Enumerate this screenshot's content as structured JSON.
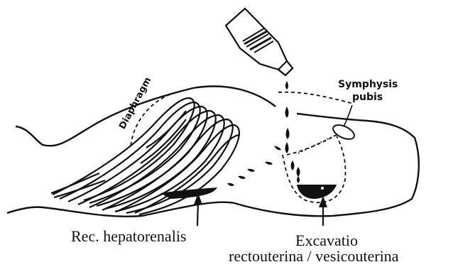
{
  "labels": {
    "diaphragm": "Diaphragm",
    "symphysis_line1": "Symphysis",
    "symphysis_line2": "pubis",
    "rec_hepatorenalis": "Rec. hepatorenalis",
    "excavatio_line1": "Excavatio",
    "excavatio_line2": "rectouterina / vesicouterina"
  },
  "colors": {
    "ink": "#111111",
    "paper": "#ffffff"
  }
}
